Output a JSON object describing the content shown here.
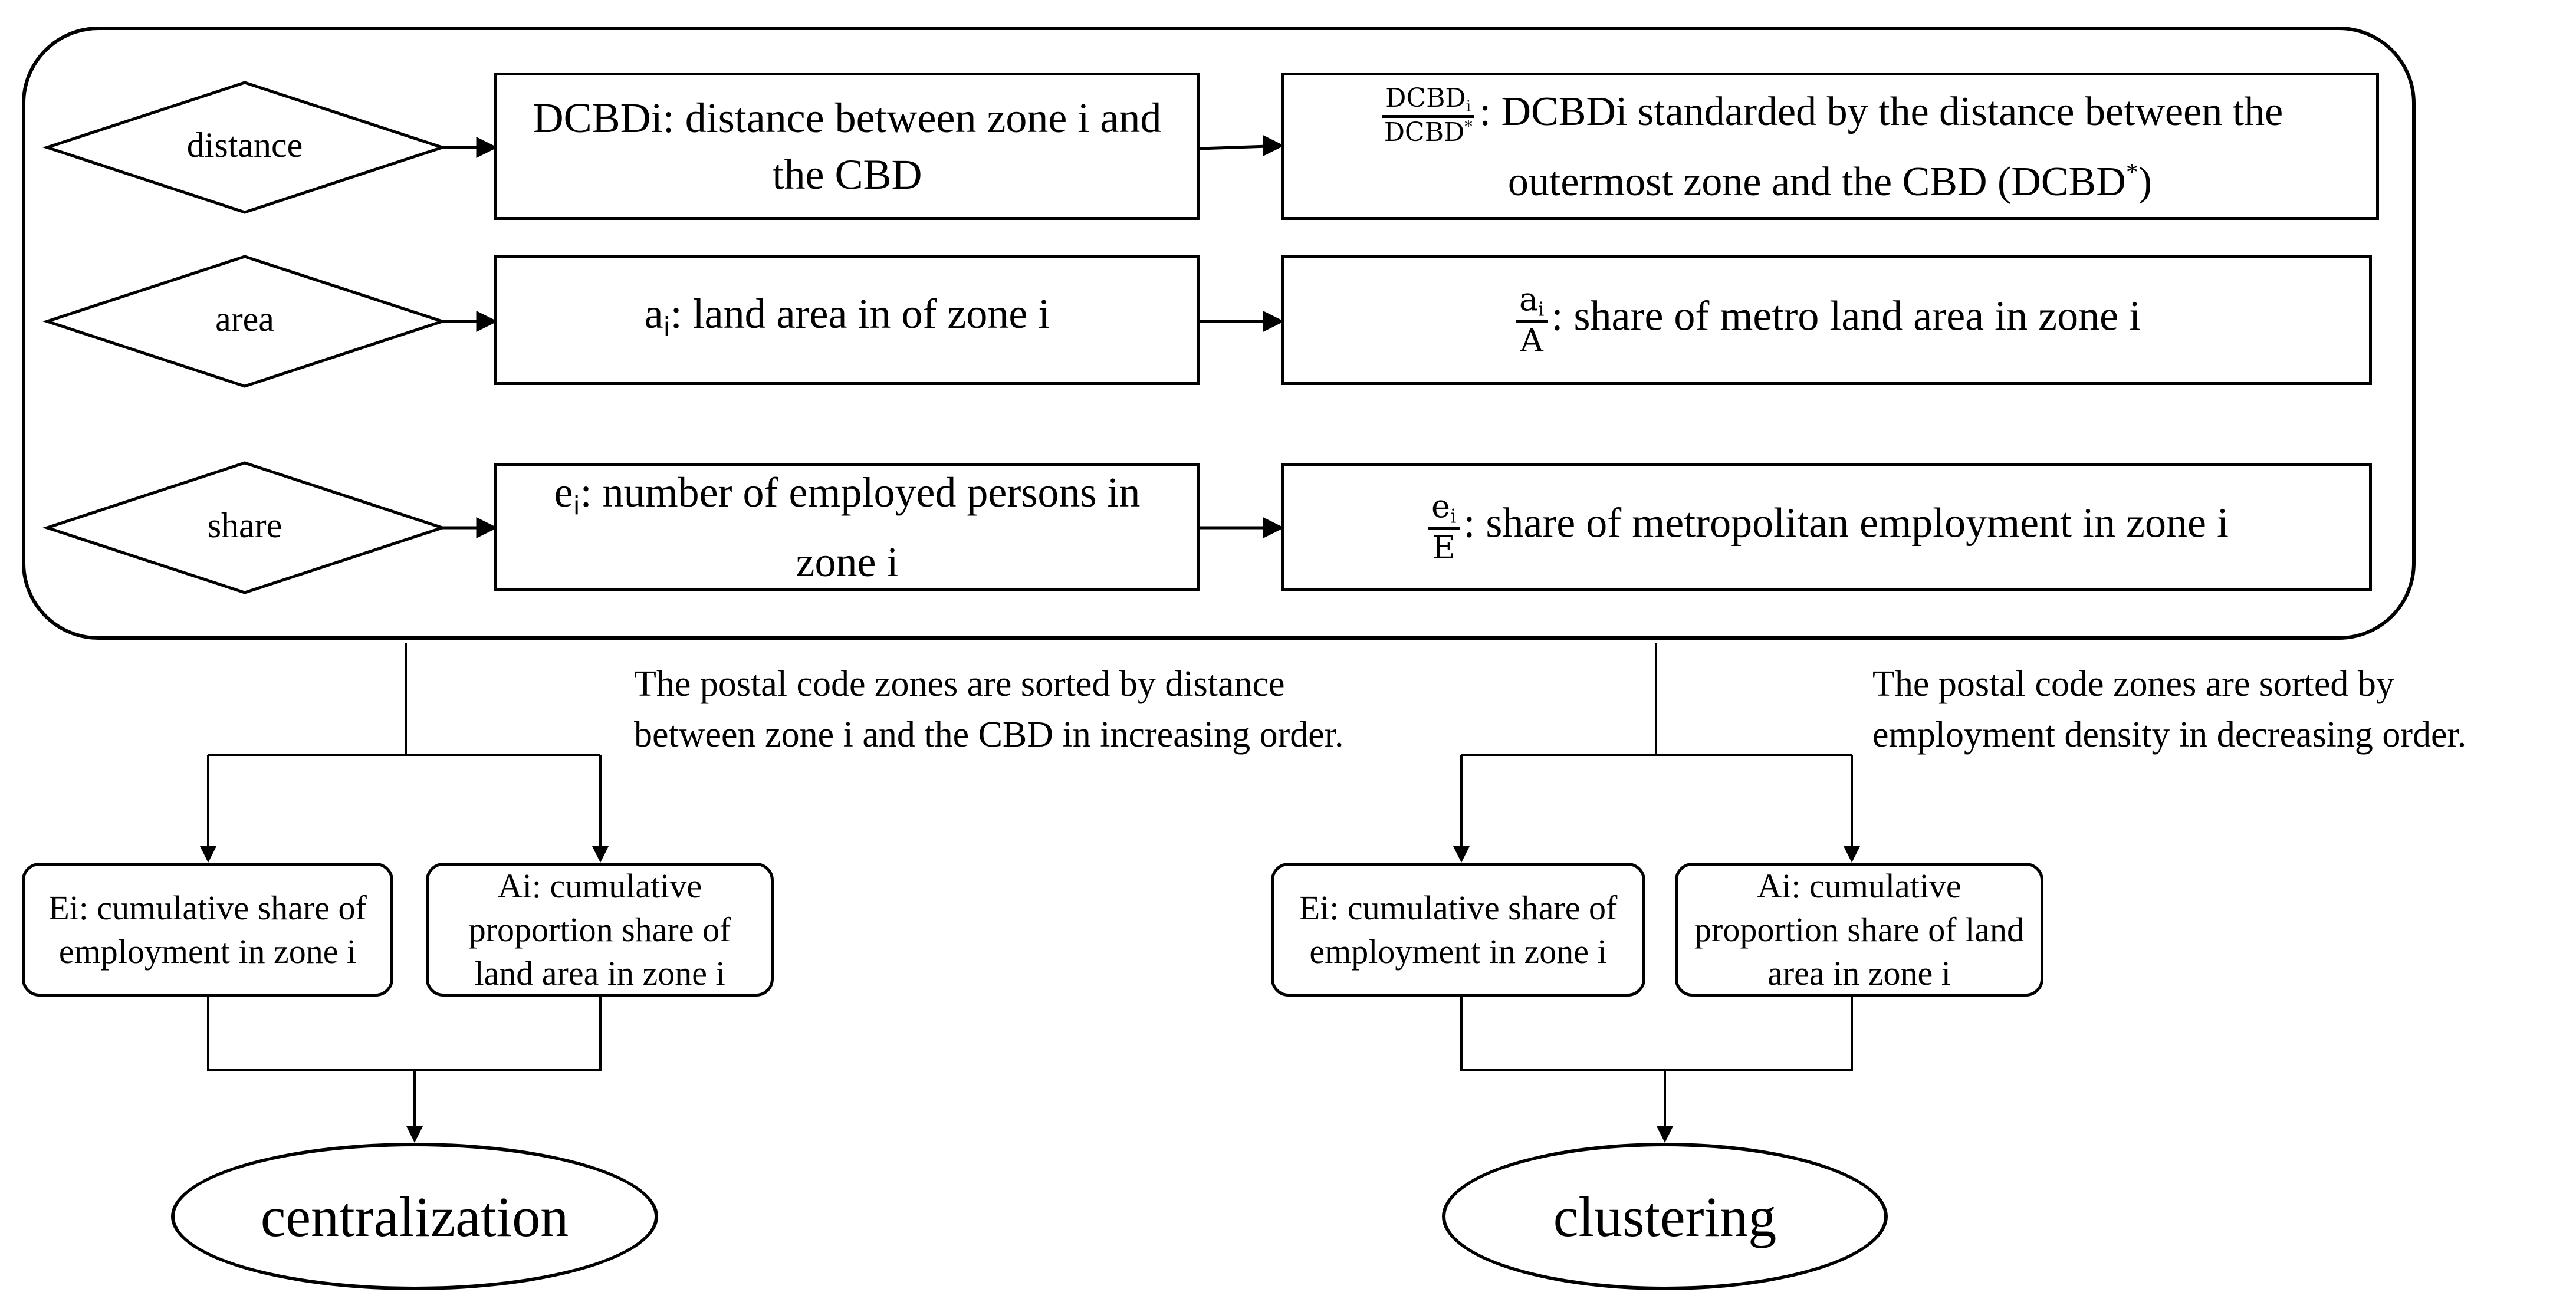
{
  "inputs": {
    "distance_label": "distance",
    "area_label": "area",
    "share_label": "share"
  },
  "variables": {
    "dcbd_text": "DCBDi: distance between zone i and the CBD",
    "area_var": "a",
    "area_sub": "i",
    "area_text": ": land area in of zone i",
    "emp_var": "e",
    "emp_sub": "i",
    "emp_text": ": number of employed persons in zone i"
  },
  "standardized": {
    "dcbd_num": "DCBD",
    "dcbd_num_sub": "i",
    "dcbd_den": "DCBD",
    "dcbd_den_sup": "*",
    "dcbd_text": ": DCBDi standarded by the distance between the outermost zone and the CBD (DCBD",
    "dcbd_text_sup": "*",
    "dcbd_text_end": ")",
    "area_num": "a",
    "area_num_sub": "i",
    "area_den": "A",
    "area_text": ": share of metro land area in zone i",
    "emp_num": "e",
    "emp_num_sub": "i",
    "emp_den": "E",
    "emp_text": ": share of metropolitan employment in zone i"
  },
  "notes": {
    "centralization_sort": "The postal code zones are sorted by distance between zone i and the CBD in increasing order.",
    "clustering_sort": "The postal code zones are sorted by employment density in decreasing order."
  },
  "cumulative": {
    "left_ei": "Ei: cumulative share of employment in zone i",
    "left_ai": "Ai: cumulative proportion share of land area in zone i",
    "right_ei": "Ei: cumulative share of employment in zone i",
    "right_ai": "Ai: cumulative proportion share of land area in zone i"
  },
  "outputs": {
    "centralization": "centralization",
    "clustering": "clustering"
  }
}
